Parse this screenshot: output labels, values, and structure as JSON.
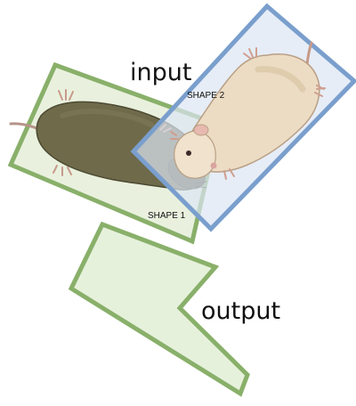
{
  "labels": {
    "input": "input",
    "output": "output",
    "shape1": "SHAPE 1",
    "shape2": "SHAPE 2"
  },
  "colors": {
    "shape1_stroke": "#89b06a",
    "shape1_fill": "#e5efd8",
    "shape2_stroke": "#7a9fcd",
    "shape2_fill": "#dbe6f4",
    "output_stroke": "#89b06a",
    "output_fill": "#e6f1dc",
    "dark_mouse": "#6f6a4a",
    "light_mouse": "#ecdcc4"
  },
  "illustrations": {
    "mouse_dark": "dark-mouse",
    "mouse_light": "light-mouse"
  }
}
